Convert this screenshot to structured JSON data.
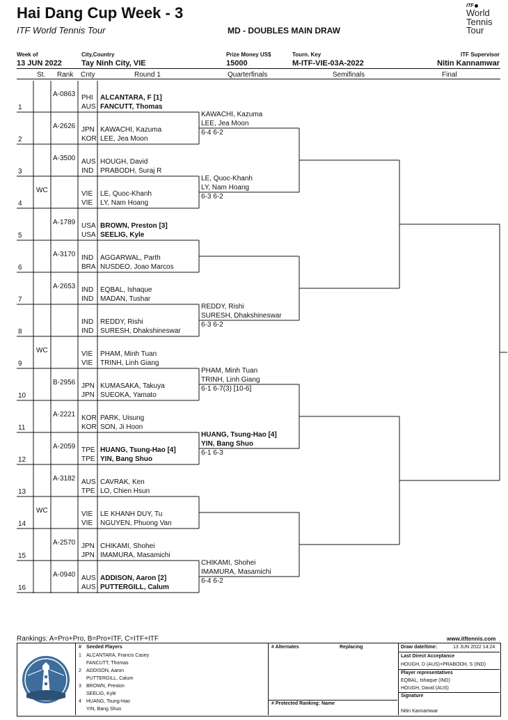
{
  "header": {
    "title": "Hai Dang Cup Week - 3",
    "subtitle": "ITF World Tennis Tour",
    "draw_type": "MD - DOUBLES MAIN DRAW",
    "logo": {
      "mark": "ITF",
      "line1": "World",
      "line2": "Tennis",
      "line3": "Tour"
    },
    "week_label": "Week of",
    "week_value": "13 JUN 2022",
    "city_label": "City,Country",
    "city_value": "Tay Ninh City, VIE",
    "prize_label": "Prize Money US$",
    "prize_value": "15000",
    "tourn_label": "Tourn. Key",
    "tourn_value": "M-ITF-VIE-03A-2022",
    "supervisor_label": "ITF Supervisor",
    "supervisor_value": "Nitin Kannamwar"
  },
  "columns": {
    "st": "St.",
    "rank": "Rank",
    "cnty": "Cnty",
    "r1": "Round 1",
    "qf": "Quarterfinals",
    "sf": "Semifinals",
    "final": "Final"
  },
  "entries": [
    {
      "num": "1",
      "st": "",
      "rank": "A-0863",
      "c1": "PHI",
      "c2": "AUS",
      "p1": "ALCANTARA, F [1]",
      "p2": "FANCUTT, Thomas",
      "bold": true
    },
    {
      "num": "2",
      "st": "",
      "rank": "A-2626",
      "c1": "JPN",
      "c2": "KOR",
      "p1": "KAWACHI, Kazuma",
      "p2": "LEE, Jea Moon",
      "bold": false
    },
    {
      "num": "3",
      "st": "",
      "rank": "A-3500",
      "c1": "AUS",
      "c2": "IND",
      "p1": "HOUGH, David",
      "p2": "PRABODH, Suraj R",
      "bold": false
    },
    {
      "num": "4",
      "st": "WC",
      "rank": "",
      "c1": "VIE",
      "c2": "VIE",
      "p1": "LE, Quoc-Khanh",
      "p2": "LY, Nam Hoang",
      "bold": false
    },
    {
      "num": "5",
      "st": "",
      "rank": "A-1789",
      "c1": "USA",
      "c2": "USA",
      "p1": "BROWN, Preston [3]",
      "p2": "SEELIG, Kyle",
      "bold": true
    },
    {
      "num": "6",
      "st": "",
      "rank": "A-3170",
      "c1": "IND",
      "c2": "BRA",
      "p1": "AGGARWAL, Parth",
      "p2": "NUSDEO, Joao Marcos",
      "bold": false
    },
    {
      "num": "7",
      "st": "",
      "rank": "A-2653",
      "c1": "IND",
      "c2": "IND",
      "p1": "EQBAL, Ishaque",
      "p2": "MADAN, Tushar",
      "bold": false
    },
    {
      "num": "8",
      "st": "",
      "rank": "",
      "c1": "IND",
      "c2": "IND",
      "p1": "REDDY, Rishi",
      "p2": "SURESH, Dhakshineswar",
      "bold": false
    },
    {
      "num": "9",
      "st": "WC",
      "rank": "",
      "c1": "VIE",
      "c2": "VIE",
      "p1": "PHAM, Minh Tuan",
      "p2": "TRINH, Linh Giang",
      "bold": false
    },
    {
      "num": "10",
      "st": "",
      "rank": "B-2956",
      "c1": "JPN",
      "c2": "JPN",
      "p1": "KUMASAKA, Takuya",
      "p2": "SUEOKA, Yamato",
      "bold": false
    },
    {
      "num": "11",
      "st": "",
      "rank": "A-2221",
      "c1": "KOR",
      "c2": "KOR",
      "p1": "PARK, Uisung",
      "p2": "SON, Ji Hoon",
      "bold": false
    },
    {
      "num": "12",
      "st": "",
      "rank": "A-2059",
      "c1": "TPE",
      "c2": "TPE",
      "p1": "HUANG, Tsung-Hao [4]",
      "p2": "YIN, Bang Shuo",
      "bold": true
    },
    {
      "num": "13",
      "st": "",
      "rank": "A-3182",
      "c1": "AUS",
      "c2": "TPE",
      "p1": "CAVRAK, Ken",
      "p2": "LO, Chien Hsun",
      "bold": false
    },
    {
      "num": "14",
      "st": "WC",
      "rank": "",
      "c1": "VIE",
      "c2": "VIE",
      "p1": "LE KHANH DUY, Tu",
      "p2": "NGUYEN, Phuong Van",
      "bold": false
    },
    {
      "num": "15",
      "st": "",
      "rank": "A-2570",
      "c1": "JPN",
      "c2": "JPN",
      "p1": "CHIKAMI, Shohei",
      "p2": "IMAMURA, Masamichi",
      "bold": false
    },
    {
      "num": "16",
      "st": "",
      "rank": "A-0940",
      "c1": "AUS",
      "c2": "AUS",
      "p1": "ADDISON, Aaron [2]",
      "p2": "PUTTERGILL, Calum",
      "bold": true
    }
  ],
  "r1_results": [
    {
      "p1": "KAWACHI, Kazuma",
      "p2": "LEE, Jea Moon",
      "score": "6-4 6-2",
      "bold": false
    },
    {
      "p1": "LE, Quoc-Khanh",
      "p2": "LY, Nam Hoang",
      "score": "6-3 6-2",
      "bold": false
    },
    {
      "p1": "",
      "p2": "",
      "score": "",
      "bold": false
    },
    {
      "p1": "REDDY, Rishi",
      "p2": "SURESH, Dhakshineswar",
      "score": "6-3 6-2",
      "bold": false
    },
    {
      "p1": "PHAM, Minh Tuan",
      "p2": "TRINH, Linh Giang",
      "score": "6-1 6-7(3) [10-6]",
      "bold": false
    },
    {
      "p1": "HUANG, Tsung-Hao [4]",
      "p2": "YIN, Bang Shuo",
      "score": "6-1 6-3",
      "bold": true
    },
    {
      "p1": "",
      "p2": "",
      "score": "",
      "bold": false
    },
    {
      "p1": "CHIKAMI, Shohei",
      "p2": "IMAMURA, Masamichi",
      "score": "6-4 6-2",
      "bold": false
    }
  ],
  "footer": {
    "rankings_note": "Rankings: A=Pro+Pro, B=Pro+ITF, C=ITF+ITF",
    "url": "www.itftennis.com",
    "seeded_header_hash": "#",
    "seeded_header": "Seeded Players",
    "seeds": [
      {
        "n": "1",
        "a": "ALCANTARA, Francis Casey",
        "b": "FANCUTT, Thomas"
      },
      {
        "n": "2",
        "a": "ADDISON, Aaron",
        "b": "PUTTERGILL, Calum"
      },
      {
        "n": "3",
        "a": "BROWN, Preston",
        "b": "SEELIG, Kyle"
      },
      {
        "n": "4",
        "a": "HUANG, Tsung-Hao",
        "b": "YIN, Bang Shuo"
      }
    ],
    "alternates_header": "# Alternates",
    "replacing_header": "Replacing",
    "protected_header": "# Protected Ranking: Name",
    "draw_date_label": "Draw date/time:",
    "draw_date_value": "13 JUN 2022 14:24",
    "lda_label": "Last Direct Acceptance",
    "lda_value": "HOUGH, D (AUS)+PRABODH, S (IND)",
    "reps_label": "Player representatives",
    "rep1": "EQBAL, Ishaque (IND)",
    "rep2": "HOUGH, David (AUS)",
    "signature_label": "Signature",
    "signature_value": "Nitin Kannamwar"
  }
}
